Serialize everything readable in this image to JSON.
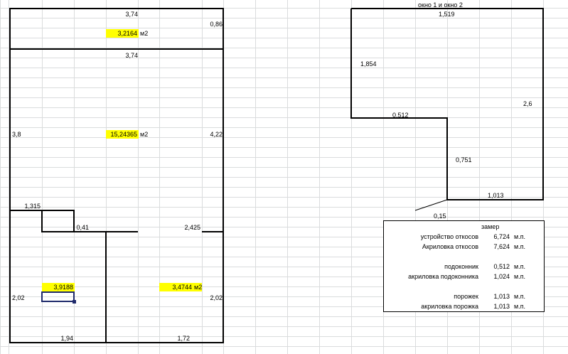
{
  "plan": {
    "top_room": {
      "width_top": "3,74",
      "height_right": "0,86",
      "area": "3,2164",
      "unit": "м2"
    },
    "main_room": {
      "width_top": "3,74",
      "height_left": "3,8",
      "height_right": "4,22",
      "area": "15,24365",
      "unit": "м2"
    },
    "niche": {
      "width": "1,315",
      "depth": "0,41",
      "partition": "2,425"
    },
    "room_left": {
      "height": "2,02",
      "width": "1,94",
      "area": "3,9188"
    },
    "room_right": {
      "height": "2,02",
      "width": "1,72",
      "area": "3,4744",
      "unit": "м2"
    }
  },
  "window": {
    "title": "окно 1 и окно 2",
    "top": "1,519",
    "left_side": "1,854",
    "right_side": "2,6",
    "sill": "0,512",
    "door_side": "0,751",
    "bottom": "1,013",
    "threshold": "0,15"
  },
  "summary": {
    "header": "замер",
    "rows": [
      {
        "label": "устройство откосов",
        "value": "6,724",
        "unit": "м.п."
      },
      {
        "label": "Акриловка откосов",
        "value": "7,624",
        "unit": "м.п."
      },
      {
        "label": "",
        "value": "",
        "unit": ""
      },
      {
        "label": "подоконник",
        "value": "0,512",
        "unit": "м.п."
      },
      {
        "label": "акриловка подоконника",
        "value": "1,024",
        "unit": "м.п."
      },
      {
        "label": "",
        "value": "",
        "unit": ""
      },
      {
        "label": "порожек",
        "value": "1,013",
        "unit": "м.п."
      },
      {
        "label": "акриловка порожка",
        "value": "1,013",
        "unit": "м.п."
      }
    ]
  },
  "colors": {
    "highlight": "#ffff00",
    "grid": "#dadcdd",
    "selection": "#1f2a6b"
  }
}
